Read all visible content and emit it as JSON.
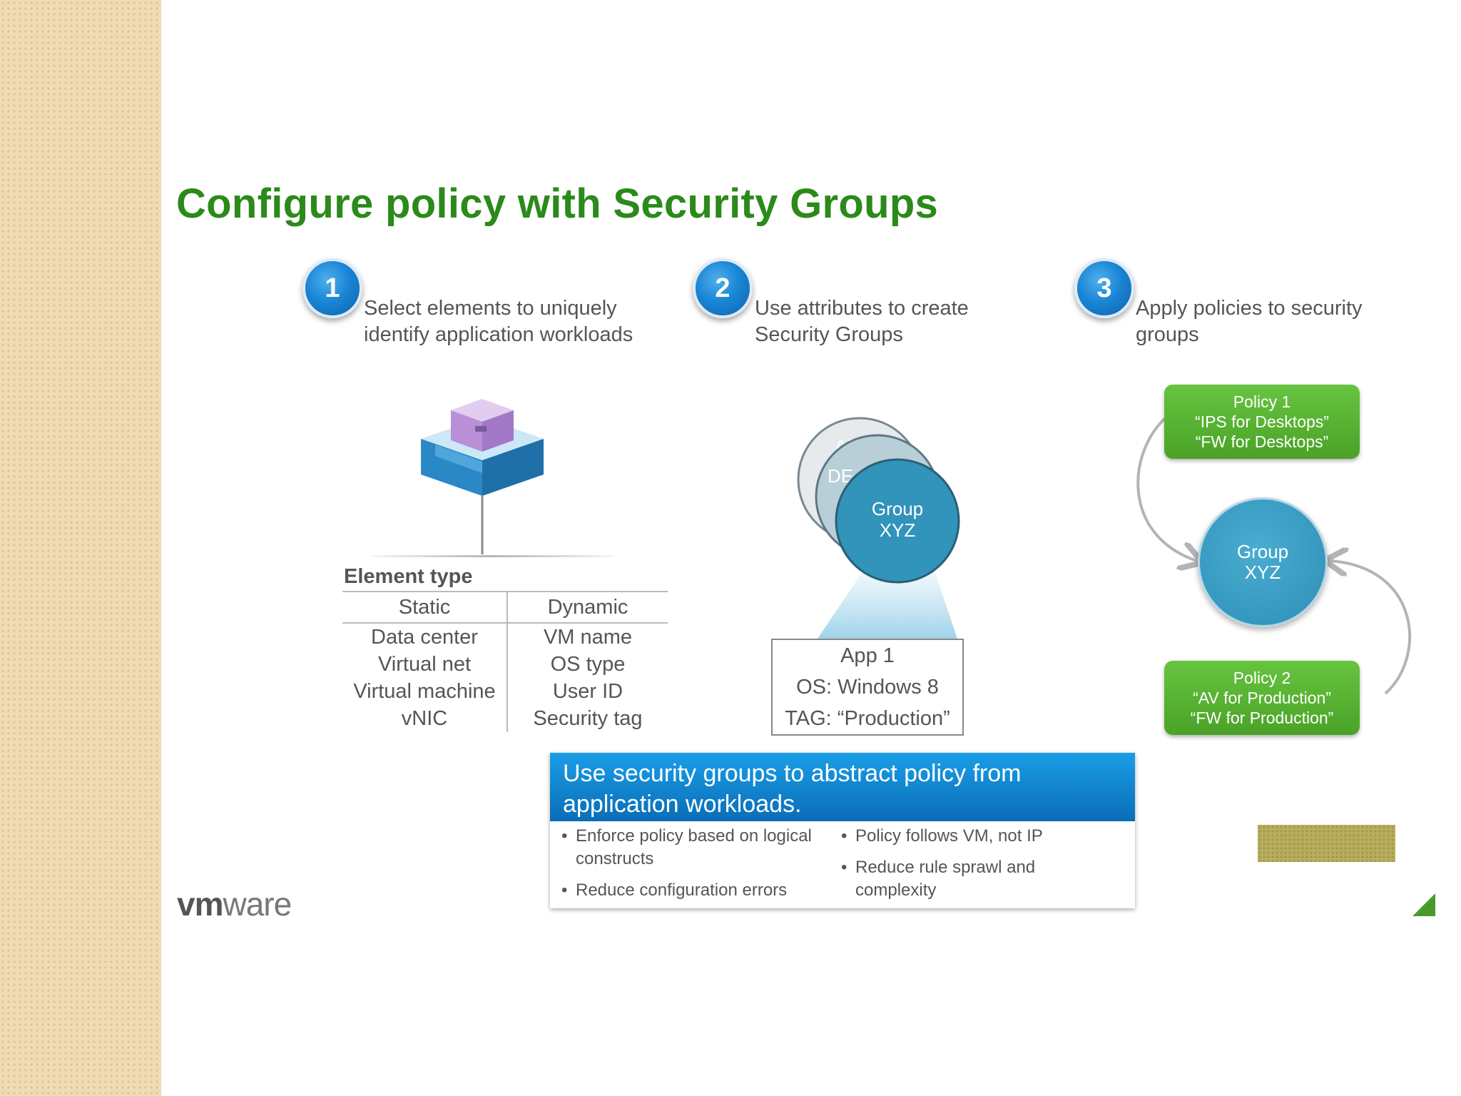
{
  "slide": {
    "title": "Configure policy with Security Groups",
    "steps": [
      {
        "number": "1",
        "text": "Select elements to uniquely\nidentify application workloads"
      },
      {
        "number": "2",
        "text": "Use attributes to create\nSecurity Groups"
      },
      {
        "number": "3",
        "text": "Apply policies to security\ngroups"
      }
    ],
    "element_type": {
      "title": "Element type",
      "columns": [
        "Static",
        "Dynamic"
      ],
      "rows": [
        [
          "Data center",
          "VM name"
        ],
        [
          "Virtual net",
          "OS type"
        ],
        [
          "Virtual machine",
          "User ID"
        ],
        [
          "vNIC",
          "Security tag"
        ]
      ]
    },
    "group_circles": {
      "back_label": "APP",
      "middle_label": "DE",
      "front_line1": "Group",
      "front_line2": "XYZ"
    },
    "app_box": [
      "App 1",
      "OS: Windows 8",
      "TAG: “Production”"
    ],
    "policy1": [
      "Policy 1",
      "“IPS for Desktops”",
      "“FW for Desktops”"
    ],
    "policy2": [
      "Policy 2",
      "“AV for Production”",
      "“FW for Production”"
    ],
    "group_xyz": [
      "Group",
      "XYZ"
    ],
    "info": {
      "heading": "Use security groups to abstract policy from application workloads.",
      "left_bullets": [
        "Enforce policy based on logical constructs",
        "Reduce configuration errors"
      ],
      "right_bullets": [
        "Policy follows VM, not IP",
        "Reduce rule sprawl and complexity"
      ]
    },
    "logo": {
      "bold": "vm",
      "rest": "ware"
    }
  },
  "colors": {
    "title_green": "#2b8a1a",
    "step_blue": "#1a86d6",
    "group_teal": "#2e8fb7",
    "policy_green": "#4aa227",
    "banner_blue": "#0a6db8"
  }
}
